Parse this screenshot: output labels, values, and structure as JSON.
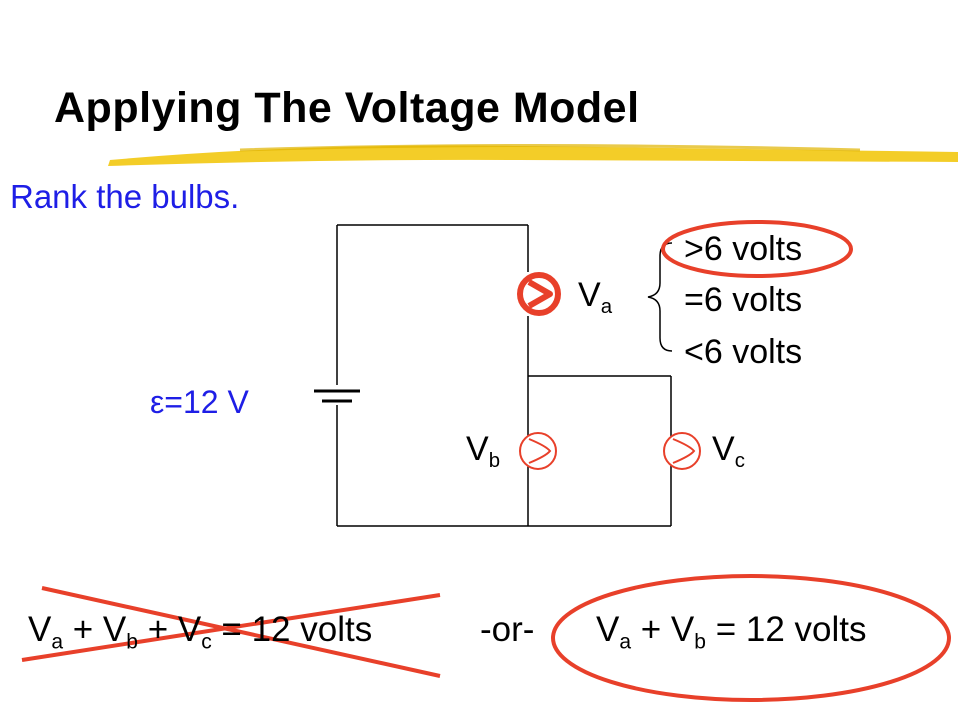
{
  "slide": {
    "title": "Applying The Voltage Model",
    "subtitle": "Rank the bulbs.",
    "emf_symbol": "ε",
    "emf_value": "=12 V",
    "bulbs": [
      {
        "letter": "V",
        "sub": "a"
      },
      {
        "letter": "V",
        "sub": "b"
      },
      {
        "letter": "V",
        "sub": "c"
      }
    ],
    "options": [
      ">6 volts",
      "=6 volts",
      "<6 volts"
    ],
    "equation_wrong": {
      "t1": "V",
      "s1": "a",
      "t2": " + V",
      "s2": "b",
      "t3": " + V",
      "s3": "c",
      "t4": " = 12 volts"
    },
    "or_text": "-or-",
    "equation_right": {
      "t1": "V",
      "s1": "a",
      "t2": " + V",
      "s2": "b",
      "t3": " = 12 volts"
    }
  },
  "colors": {
    "title_underline": "#f2c811",
    "subtitle": "#1e1ee6",
    "annotation_red": "#e8402a",
    "bulb_a": "#e8402a",
    "bulb_bc": "#e8402a"
  }
}
